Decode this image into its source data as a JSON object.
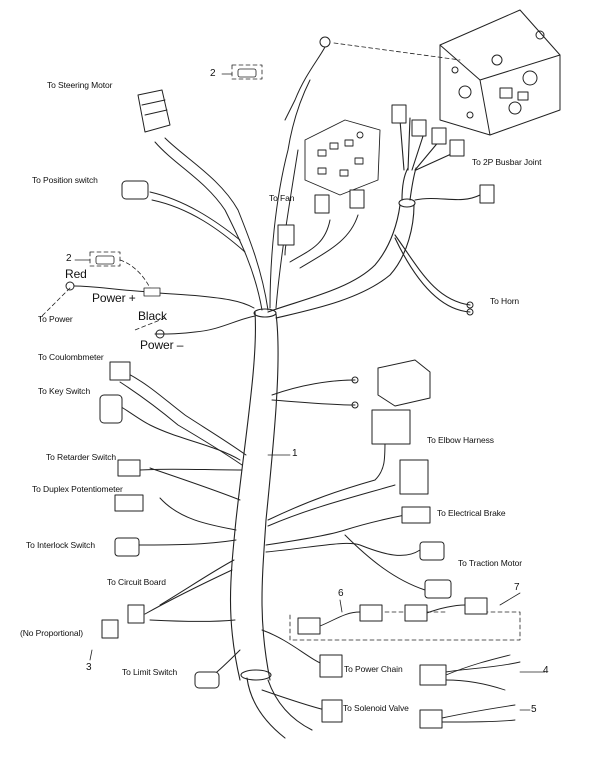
{
  "labels": {
    "steering_motor": "To Steering Motor",
    "position_switch": "To Position switch",
    "fan": "To Fan",
    "busbar": "To 2P Busbar Joint",
    "horn": "To Horn",
    "power": "To Power",
    "red": "Red",
    "power_plus": "Power +",
    "black": "Black",
    "power_minus": "Power –",
    "coulombmeter": "To Coulombmeter",
    "key_switch": "To Key Switch",
    "retarder": "To Retarder Switch",
    "duplex": "To Duplex Potentiometer",
    "interlock": "To Interlock Switch",
    "circuit_board": "To Circuit Board",
    "no_proportional": "(No Proportional)",
    "limit_switch": "To Limit Switch",
    "elbow": "To Elbow Harness",
    "electrical_brake": "To Electrical Brake",
    "traction_motor": "To Traction Motor",
    "power_chain": "To Power Chain",
    "solenoid_valve": "To Solenoid Valve"
  },
  "callouts": {
    "n1": "1",
    "n2a": "2",
    "n2b": "2",
    "n3": "3",
    "n4": "4",
    "n5": "5",
    "n6": "6",
    "n7": "7"
  }
}
